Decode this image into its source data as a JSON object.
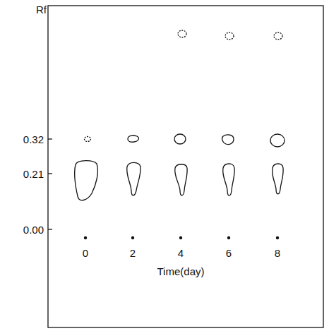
{
  "diagram": {
    "labels": [
      "Rf",
      "0.32",
      "0.21",
      "0.00",
      "0",
      "2",
      "4",
      "6",
      "8",
      "Time(day)"
    ]
  }
}
